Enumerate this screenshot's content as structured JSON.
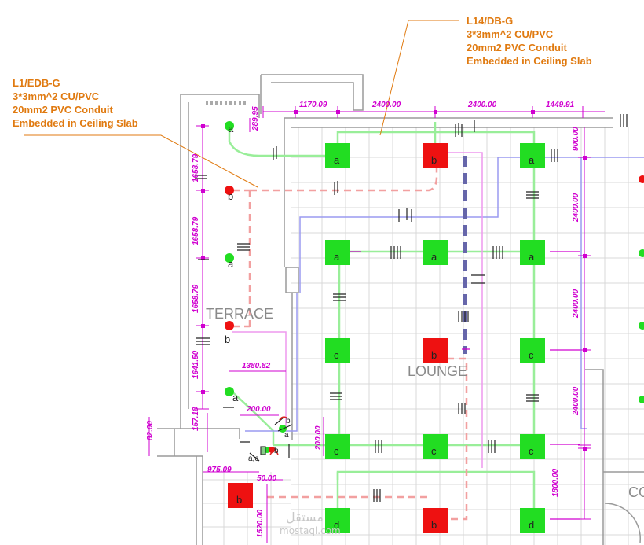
{
  "callouts": {
    "l14": {
      "line1": "L14/DB-G",
      "line2": "3*3mm^2 CU/PVC",
      "line3": "20mm2 PVC Conduit",
      "line4": "Embedded in Ceiling Slab"
    },
    "l1": {
      "line1": "L1/EDB-G",
      "line2": "3*3mm^2 CU/PVC",
      "line3": "20mm2 PVC Conduit",
      "line4": "Embedded in Ceiling Slab"
    }
  },
  "rooms": {
    "terrace": "TERRACE",
    "lounge": "LOUNGE",
    "partial": "CO"
  },
  "dimensions": {
    "d1": "289.95",
    "d2": "1170.09",
    "d3": "2400.00",
    "d4": "2400.00",
    "d5": "1449.91",
    "d6": "900.00",
    "d7": "1658.79",
    "d8": "1658.79",
    "d9": "1658.79",
    "d10": "1641.50",
    "d11": "1380.82",
    "d12": "157.18",
    "d13": "200.00",
    "d14": "82.00",
    "d15": "200.00",
    "d16": "975.09",
    "d17": "50.00",
    "d18": "1520.00",
    "d19": "2400.00",
    "d20": "2400.00",
    "d21": "2400.00",
    "d22": "1800.00"
  },
  "fixture_labels": {
    "a": "a",
    "b": "b",
    "c": "c",
    "d": "d",
    "ac": "a,c"
  },
  "watermark": {
    "line1": "مستقل",
    "line2": "mostaql.com"
  },
  "colors": {
    "callout_text": "#e07a10",
    "dimension": "#d000d0",
    "fixture_green": "#22dd22",
    "fixture_red": "#ee1111",
    "circuit_green": "#99ee99",
    "circuit_pink": "#f2a0a0",
    "circuit_blue": "#9a9af0",
    "circuit_magenta": "#ee99ee"
  }
}
